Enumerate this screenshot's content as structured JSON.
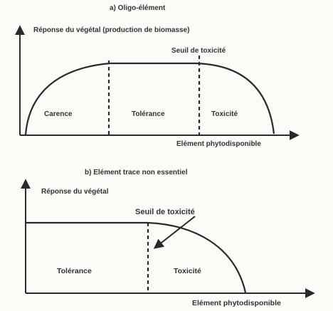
{
  "panel_a": {
    "title": "a) Oligo-élément",
    "y_label": "Réponse du végétal (production de biomasse)",
    "x_label": "Elément phytodisponible",
    "threshold_label": "Seuil de toxicité",
    "zones": [
      "Carence",
      "Tolérance",
      "Toxicité"
    ]
  },
  "panel_b": {
    "title": "b) Elément trace non essentiel",
    "y_label": "Réponse du végétal",
    "x_label": "Elément phytodisponible",
    "threshold_label": "Seuil de toxicité",
    "zones": [
      "Tolérance",
      "Toxicité"
    ]
  },
  "colors": {
    "ink": "#2a2a2a",
    "text": "#333333",
    "background": "#fbfbf8"
  }
}
